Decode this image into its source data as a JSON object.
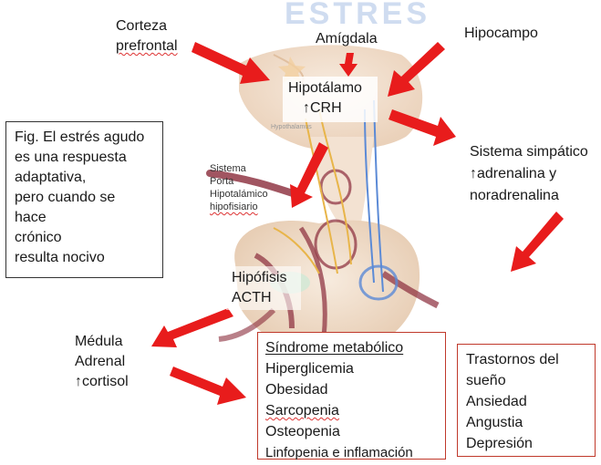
{
  "watermark": "ESTRES",
  "labels": {
    "corteza_line1": "Corteza",
    "corteza_line2": "prefrontal",
    "amigdala": "Amígdala",
    "hipocampo": "Hipocampo",
    "hipotalamo": "Hipotálamo",
    "crh": "↑CRH",
    "hypothalamus_small": "Hypothalamus",
    "sistema_porta_1": "Sistema",
    "sistema_porta_2": "Porta",
    "sistema_porta_3": "Hipotalámico",
    "sistema_porta_4": "hipofisiario",
    "hipofisis": "Hipófisis",
    "acth": "ACTH",
    "simpatico_1": "Sistema simpático",
    "simpatico_2": "↑adrenalina y",
    "simpatico_3": "noradrenalina",
    "medula_1": "Médula",
    "medula_2": "Adrenal",
    "medula_3": "↑cortisol"
  },
  "caption_box": {
    "lines": [
      "Fig. El estrés agudo",
      "es una respuesta",
      "adaptativa,",
      "pero cuando se",
      "hace",
      "crónico",
      "resulta nocivo"
    ]
  },
  "metabolic_box": {
    "title": "Síndrome metabólico",
    "items": [
      "Hiperglicemia",
      "Obesidad",
      "Sarcopenia",
      "Osteopenia",
      "Linfopenia e inflamación"
    ]
  },
  "sleep_box": {
    "items": [
      "Trastornos del",
      "sueño",
      "Ansiedad",
      "Angustia",
      "Depresión"
    ]
  },
  "colors": {
    "arrow": "#e81c1c",
    "box_border_dark": "#333333",
    "box_border_red": "#c0392b",
    "brain": "#f0dcc8",
    "vessel": "#8a2b3a",
    "nerve_blue": "#5b8ad6",
    "nerve_yellow": "#e8b54a"
  }
}
